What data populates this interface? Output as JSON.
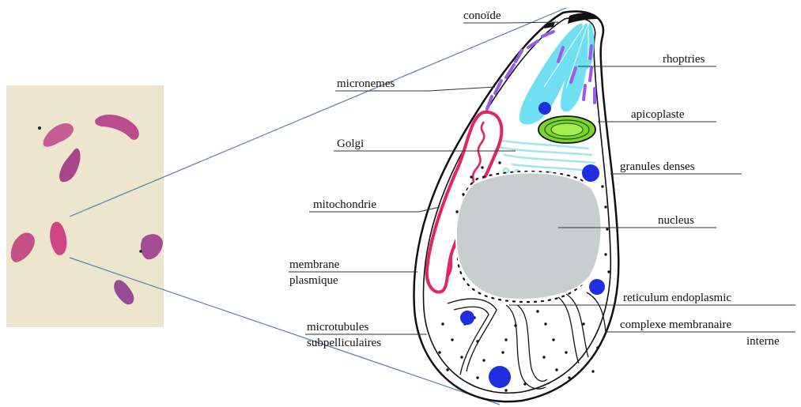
{
  "labels": {
    "conoide": "conoïde",
    "micronemes": "micronemes",
    "golgi": "Golgi",
    "mitochondrie": "mitochondrie",
    "membrane_line1": "membrane",
    "membrane_line2": "plasmique",
    "microtubules_line1": "microtubules",
    "microtubules_line2": "subpelliculaires",
    "rhoptries": "rhoptries",
    "apicoplaste": "apicoplaste",
    "granules_denses": "granules denses",
    "nucleus": "nucleus",
    "reticulum": "reticulum endoplasmic",
    "complexe_line1": "complexe membranaire",
    "complexe_line2": "interne"
  },
  "colors": {
    "micronemes": "#9b59f0",
    "rhoptries": "#6ee0f2",
    "apicoplaste": "#7cd62a",
    "granules": "#1f2fe0",
    "mitochondrie": "#e3245e",
    "nucleus": "#c8cece",
    "golgi": "#9fe6ec",
    "photo_background": "#ede6cf",
    "parasite_stain": "#c24b8d"
  }
}
